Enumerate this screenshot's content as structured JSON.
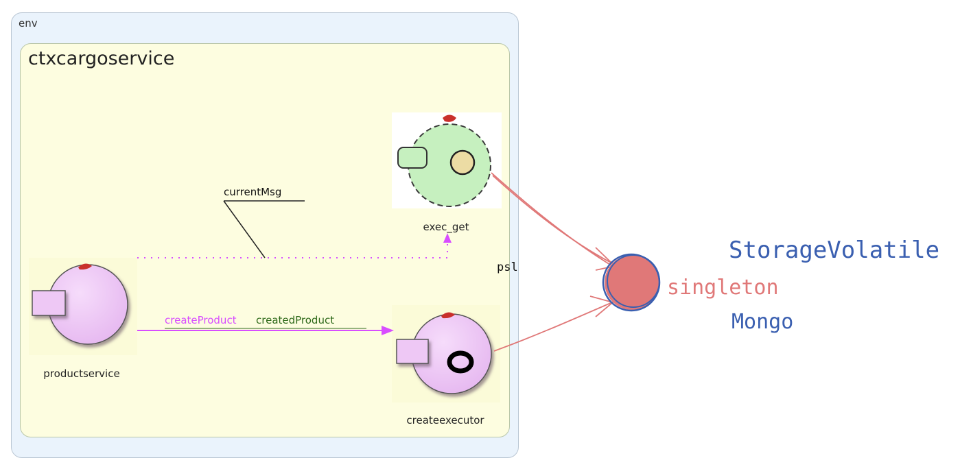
{
  "env": {
    "label": "env"
  },
  "context": {
    "label": "ctxcargoservice"
  },
  "actors": {
    "exec_get": {
      "label": "exec_get"
    },
    "productservice": {
      "label": "productservice"
    },
    "createexecutor": {
      "label": "createexecutor"
    }
  },
  "messages": {
    "dispatch_label": "currentMsg",
    "request_label": "createProduct",
    "reply_label": "createdProduct"
  },
  "annotations": {
    "psl": "psl",
    "storage_volatile": "StorageVolatile",
    "singleton": "singleton",
    "mongo": "Mongo"
  },
  "colors": {
    "actor_purple": "#eec8f5",
    "actor_green": "#c6f0bf",
    "message_purple": "#d84dff",
    "reply_green": "#2f6a1a",
    "sketch_red": "#e07878",
    "sketch_blue": "#3a5fb0"
  }
}
